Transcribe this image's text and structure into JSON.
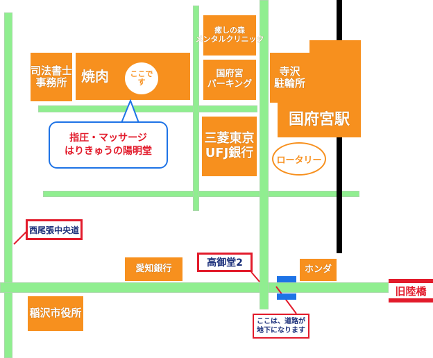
{
  "colors": {
    "road": "#90ee90",
    "building": "#f7901e",
    "rail": "#000000",
    "callout_border": "#1e73e6",
    "accent_red": "#e21b2b",
    "label_text": "#1b2f7a"
  },
  "icons": {
    "road_symbol": "map-road",
    "rail_symbol": "map-railway",
    "underpass_symbol": "underpass-marker"
  },
  "places": {
    "shihou": "司法書士\n事務所",
    "yakiniku": "焼肉",
    "koko": "ここです",
    "iyashi": "癒しの森\nメンタルクリニック",
    "parking": "国府宮\nパーキング",
    "bicycle": "寺沢\n駐輪所",
    "station": "国府宮駅",
    "bank_ufj": "三菱東京\nUFJ銀行",
    "aichi_bank": "愛知銀行",
    "honda": "ホンダ",
    "city_hall": "稲沢市役所",
    "rotary": "ロータリー"
  },
  "callout": {
    "line1": "指圧・マッサージ",
    "line2": "はりきゅうの陽明堂"
  },
  "road_labels": {
    "nishio": "西尾張中央道",
    "takamido": "高御堂2",
    "old_bridge": "旧陸橋"
  },
  "note": {
    "line1": "ここは、道路が",
    "line2": "地下になります"
  }
}
